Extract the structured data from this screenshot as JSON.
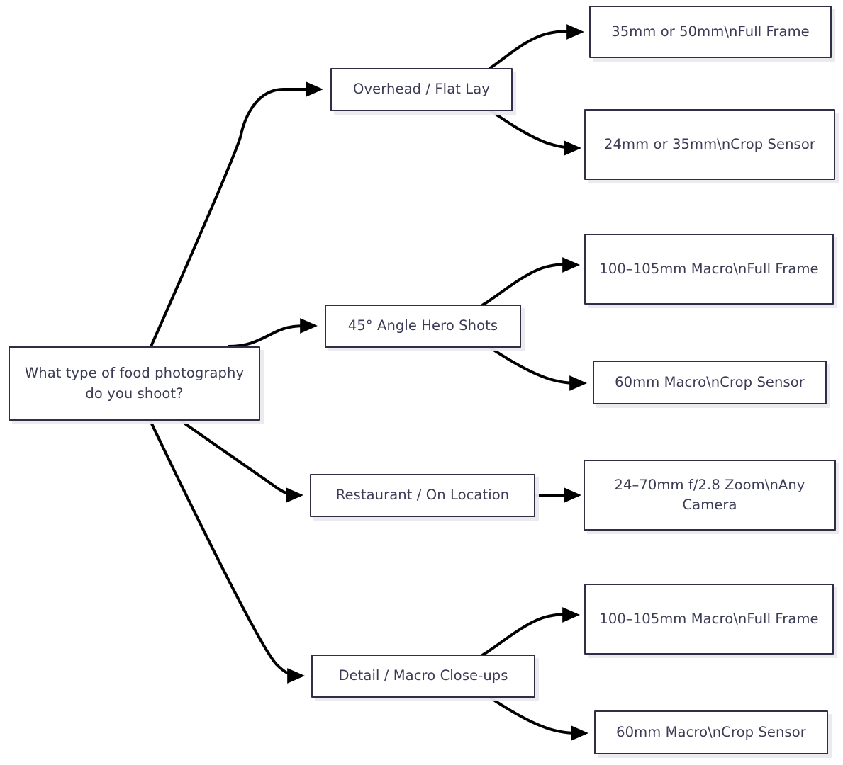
{
  "diagram": {
    "type": "flowchart",
    "orientation": "left-to-right",
    "background_color": "#ffffff",
    "node_border_color": "#2f2e45",
    "node_fill_color": "#ffffff",
    "node_text_color": "#3b3b55",
    "edge_color": "#000000",
    "shadow_color": "#e9e9ee",
    "root": {
      "id": "root",
      "label": "What type of food photography do you shoot?"
    },
    "branches": [
      {
        "id": "branch-overhead",
        "label": "Overhead / Flat Lay",
        "outcomes": [
          {
            "id": "outcome-overhead-full-frame",
            "label": "35mm or 50mm\\nFull Frame"
          },
          {
            "id": "outcome-overhead-crop-sensor",
            "label": "24mm or 35mm\\nCrop Sensor"
          }
        ]
      },
      {
        "id": "branch-hero",
        "label": "45° Angle Hero Shots",
        "outcomes": [
          {
            "id": "outcome-hero-full-frame",
            "label": "100–105mm Macro\\nFull Frame"
          },
          {
            "id": "outcome-hero-crop-sensor",
            "label": "60mm Macro\\nCrop Sensor"
          }
        ]
      },
      {
        "id": "branch-restaurant",
        "label": "Restaurant / On Location",
        "outcomes": [
          {
            "id": "outcome-restaurant-zoom",
            "label": "24–70mm f/2.8 Zoom\\nAny Camera"
          }
        ]
      },
      {
        "id": "branch-macro",
        "label": "Detail / Macro Close-ups",
        "outcomes": [
          {
            "id": "outcome-macro-full-frame",
            "label": "100–105mm Macro\\nFull Frame"
          },
          {
            "id": "outcome-macro-crop-sensor",
            "label": "60mm Macro\\nCrop Sensor"
          }
        ]
      }
    ]
  }
}
